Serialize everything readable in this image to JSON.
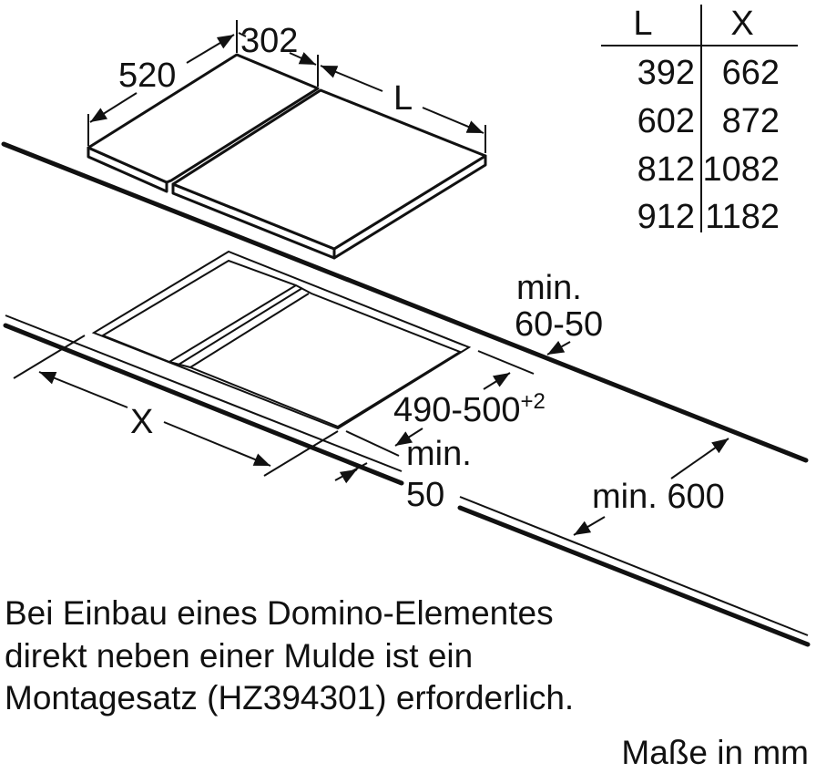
{
  "hob_dimensions": {
    "depth": "520",
    "domino_width": "302",
    "hob_width": "L"
  },
  "table": {
    "headers": [
      "L",
      "X"
    ],
    "rows": [
      [
        "392",
        "662"
      ],
      [
        "602",
        "872"
      ],
      [
        "812",
        "1082"
      ],
      [
        "912",
        "1182"
      ]
    ]
  },
  "cutout_dimensions": {
    "back_distance_line1": "min.",
    "back_distance_line2": "60-50",
    "cutout_depth": "490-500",
    "cutout_depth_tolerance": "+2",
    "cutout_width": "X",
    "front_distance_line1": "min.",
    "front_distance_line2": "50",
    "worktop_depth": "min. 600"
  },
  "note": {
    "lines": [
      "Bei Einbau eines Domino-Elementes",
      "direkt neben einer Mulde ist ein",
      "Montagesatz (HZ394301) erforderlich."
    ]
  },
  "units_label": "Maße in mm"
}
